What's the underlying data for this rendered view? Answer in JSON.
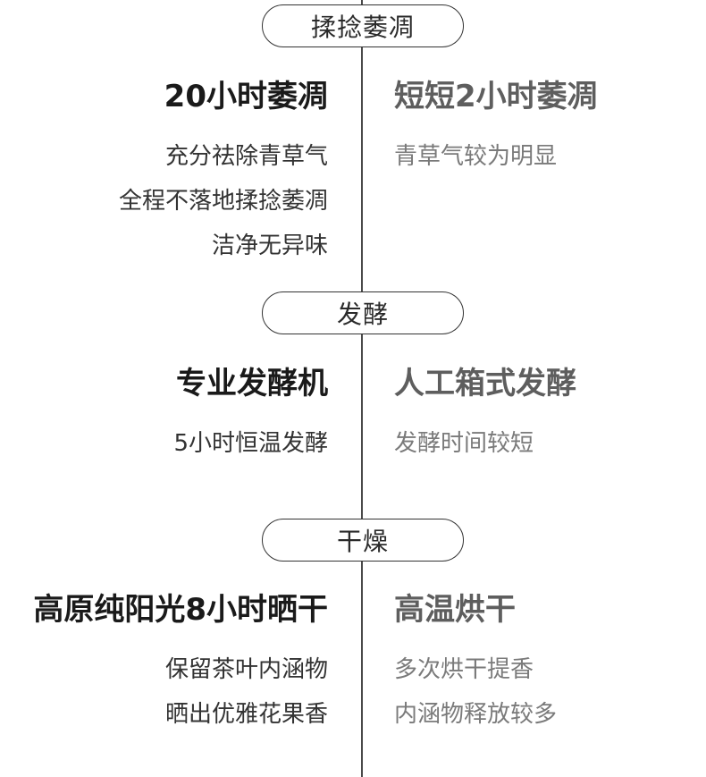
{
  "sections": [
    {
      "label": "揉捻萎凋",
      "left": {
        "title": "20小时萎凋",
        "lines": [
          "充分祛除青草气",
          "全程不落地揉捻萎凋",
          "洁净无异味"
        ]
      },
      "right": {
        "title": "短短2小时萎凋",
        "lines": [
          "青草气较为明显"
        ]
      }
    },
    {
      "label": "发酵",
      "left": {
        "title": "专业发酵机",
        "lines": [
          "5小时恒温发酵"
        ]
      },
      "right": {
        "title": "人工箱式发酵",
        "lines": [
          "发酵时间较短"
        ]
      }
    },
    {
      "label": "干燥",
      "left": {
        "title": "高原纯阳光8小时晒干",
        "lines": [
          "保留茶叶内涵物",
          "晒出优雅花果香"
        ]
      },
      "right": {
        "title": "高温烘干",
        "lines": [
          "多次烘干提香",
          "内涵物释放较多"
        ]
      }
    }
  ]
}
